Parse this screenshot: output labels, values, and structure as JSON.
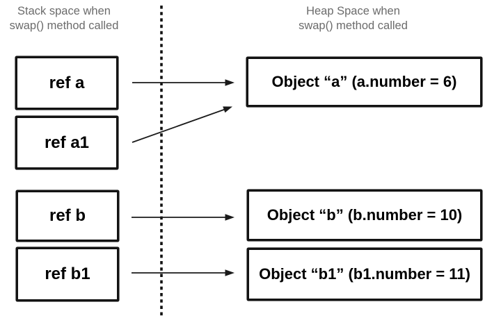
{
  "headers": {
    "stack_line1": "Stack space when",
    "stack_line2": "swap() method called",
    "heap_line1": "Heap Space when",
    "heap_line2": "swap() method called"
  },
  "stack_boxes": [
    {
      "id": "ref-a",
      "label": "ref a"
    },
    {
      "id": "ref-a1",
      "label": "ref a1"
    },
    {
      "id": "ref-b",
      "label": "ref b"
    },
    {
      "id": "ref-b1",
      "label": "ref b1"
    }
  ],
  "heap_boxes": [
    {
      "id": "object-a",
      "label": "Object “a” (a.number = 6)"
    },
    {
      "id": "object-b",
      "label": "Object “b” (b.number = 10)"
    },
    {
      "id": "object-b1",
      "label": "Object “b1” (b1.number = 11)"
    }
  ],
  "edges": [
    {
      "from": "ref a",
      "to": "Object “a”"
    },
    {
      "from": "ref a1",
      "to": "Object “a”"
    },
    {
      "from": "ref b",
      "to": "Object “b”"
    },
    {
      "from": "ref b1",
      "to": "Object “b1”"
    }
  ],
  "colors": {
    "header_text": "#6b6b6b",
    "ink": "#131313",
    "background": "#ffffff"
  }
}
